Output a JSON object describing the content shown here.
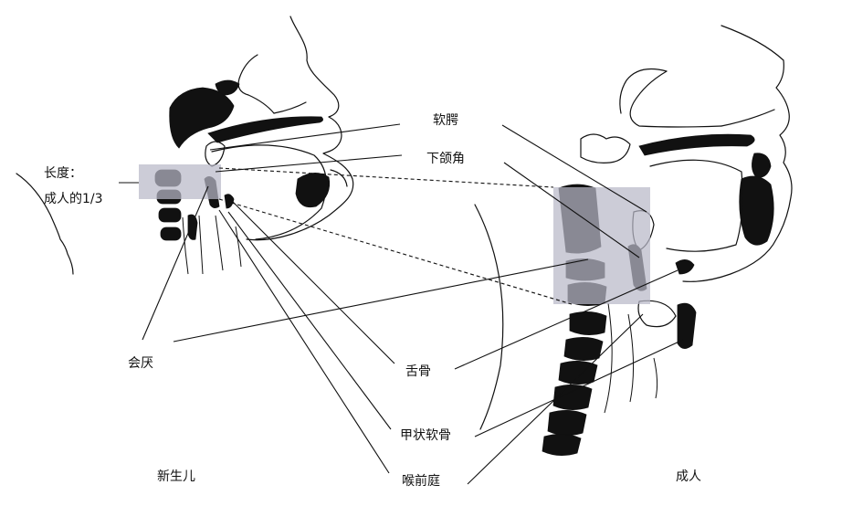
{
  "labels": {
    "length_line1": "长度：",
    "length_line2": "成人的1/3",
    "soft_palate": "软腭",
    "mandible_angle": "下颌角",
    "epiglottis": "会厌",
    "hyoid": "舌骨",
    "thyroid_cartilage": "甲状软骨",
    "laryngeal_vestibule": "喉前庭",
    "newborn": "新生儿",
    "adult": "成人"
  },
  "colors": {
    "ink": "#111111",
    "shade": "#b9b9c8"
  }
}
